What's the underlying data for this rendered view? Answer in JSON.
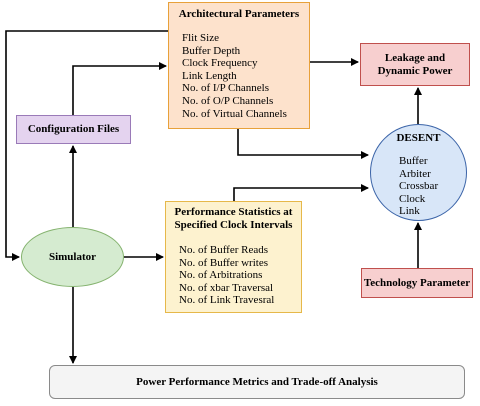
{
  "architectural_parameters": {
    "title": "Architectural Parameters",
    "items": [
      "Flit Size",
      "Buffer Depth",
      "Clock Frequency",
      "Link Length",
      "No. of I/P Channels",
      "No. of O/P Channels",
      "No. of Virtual Channels"
    ]
  },
  "leakage_power": {
    "title": "Leakage and Dynamic Power"
  },
  "configuration_files": {
    "title": "Configuration Files"
  },
  "desent": {
    "title": "DESENT",
    "items": [
      "Buffer",
      "Arbiter",
      "Crossbar",
      "Clock",
      "Link"
    ]
  },
  "performance_statistics": {
    "title": "Performance Statistics at Specified Clock Intervals",
    "items": [
      "No. of Buffer Reads",
      "No. of Buffer writes",
      "No. of Arbitrations",
      "No. of xbar Traversal",
      "No. of Link Travesral"
    ]
  },
  "simulator": {
    "title": "Simulator"
  },
  "technology_parameter": {
    "title": "Technology Parameter"
  },
  "power_performance": {
    "title": "Power Performance Metrics and Trade-off Analysis"
  }
}
